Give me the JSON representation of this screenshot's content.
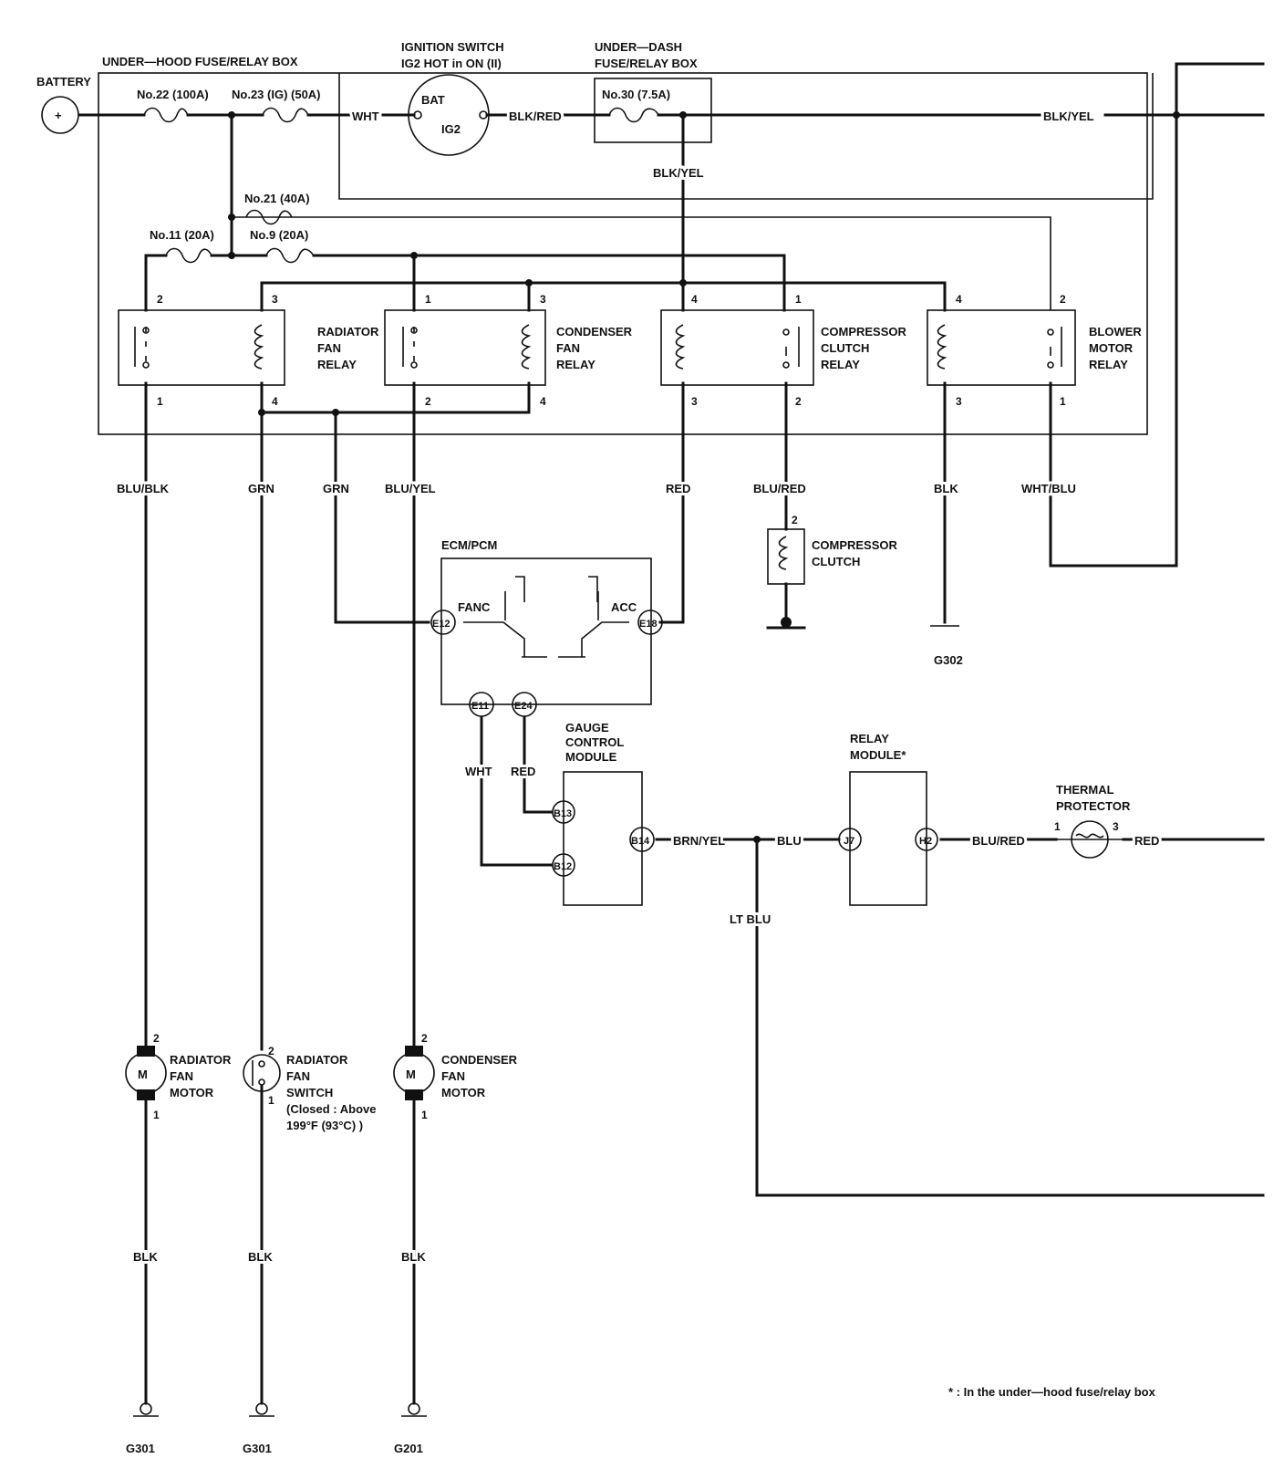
{
  "components": {
    "battery": "BATTERY",
    "battery_symbol": "+",
    "under_hood_box": "UNDER—HOOD FUSE/RELAY BOX",
    "ignition_switch": [
      "IGNITION SWITCH",
      "IG2 HOT in ON (II)"
    ],
    "ign_bat": "BAT",
    "ign_ig2": "IG2",
    "under_dash_box": [
      "UNDER—DASH",
      "FUSE/RELAY BOX"
    ],
    "radiator_fan_relay": [
      "RADIATOR",
      "FAN",
      "RELAY"
    ],
    "condenser_fan_relay": [
      "CONDENSER",
      "FAN",
      "RELAY"
    ],
    "compressor_clutch_relay": [
      "COMPRESSOR",
      "CLUTCH",
      "RELAY"
    ],
    "blower_motor_relay": [
      "BLOWER",
      "MOTOR",
      "RELAY"
    ],
    "compressor_clutch": [
      "COMPRESSOR",
      "CLUTCH"
    ],
    "ecm_pcm": "ECM/PCM",
    "fanc": "FANC",
    "acc": "ACC",
    "gauge_control_module": [
      "GAUGE",
      "CONTROL",
      "MODULE"
    ],
    "relay_module": [
      "RELAY",
      "MODULE*"
    ],
    "thermal_protector": [
      "THERMAL",
      "PROTECTOR"
    ],
    "radiator_fan_motor": [
      "RADIATOR",
      "FAN",
      "MOTOR"
    ],
    "radiator_fan_switch": [
      "RADIATOR",
      "FAN",
      "SWITCH",
      "(Closed : Above",
      "199°F (93°C) )"
    ],
    "condenser_fan_motor": [
      "CONDENSER",
      "FAN",
      "MOTOR"
    ],
    "motor_symbol": "M"
  },
  "fuses": {
    "no22": "No.22 (100A)",
    "no23": "No.23 (IG) (50A)",
    "no30": "No.30 (7.5A)",
    "no21": "No.21 (40A)",
    "no11": "No.11 (20A)",
    "no9": "No.9 (20A)"
  },
  "wires": {
    "wht_top": "WHT",
    "blk_red": "BLK/RED",
    "blk_yel_top": "BLK/YEL",
    "blk_yel_down": "BLK/YEL",
    "blu_blk": "BLU/BLK",
    "grn_1": "GRN",
    "grn_2": "GRN",
    "blu_yel": "BLU/YEL",
    "red_ecm": "RED",
    "blu_red_comp": "BLU/RED",
    "blk_g302": "BLK",
    "wht_blu": "WHT/BLU",
    "wht_ecm": "WHT",
    "red_gcm": "RED",
    "brn_yel": "BRN/YEL",
    "blu": "BLU",
    "blu_red_tp": "BLU/RED",
    "red_tp": "RED",
    "lt_blu": "LT BLU",
    "blk_1": "BLK",
    "blk_2": "BLK",
    "blk_3": "BLK"
  },
  "terminals": {
    "e12": "E12",
    "e18": "E18",
    "e11": "E11",
    "e24": "E24",
    "b13": "B13",
    "b12": "B12",
    "b14": "B14",
    "j7": "J7",
    "h2": "H2"
  },
  "pins": {
    "rad_relay": [
      "2",
      "3",
      "1",
      "4"
    ],
    "cond_relay": [
      "1",
      "3",
      "2",
      "4"
    ],
    "comp_relay": [
      "4",
      "1",
      "3",
      "2"
    ],
    "blower_relay": [
      "4",
      "2",
      "3",
      "1"
    ],
    "comp_clutch": "2",
    "thermal": [
      "1",
      "3"
    ],
    "rad_motor": [
      "2",
      "1"
    ],
    "rad_switch": [
      "2",
      "1"
    ],
    "cond_motor": [
      "2",
      "1"
    ]
  },
  "grounds": {
    "g302": "G302",
    "g301_a": "G301",
    "g301_b": "G301",
    "g201": "G201"
  },
  "footnote": "* : In the under—hood fuse/relay box"
}
